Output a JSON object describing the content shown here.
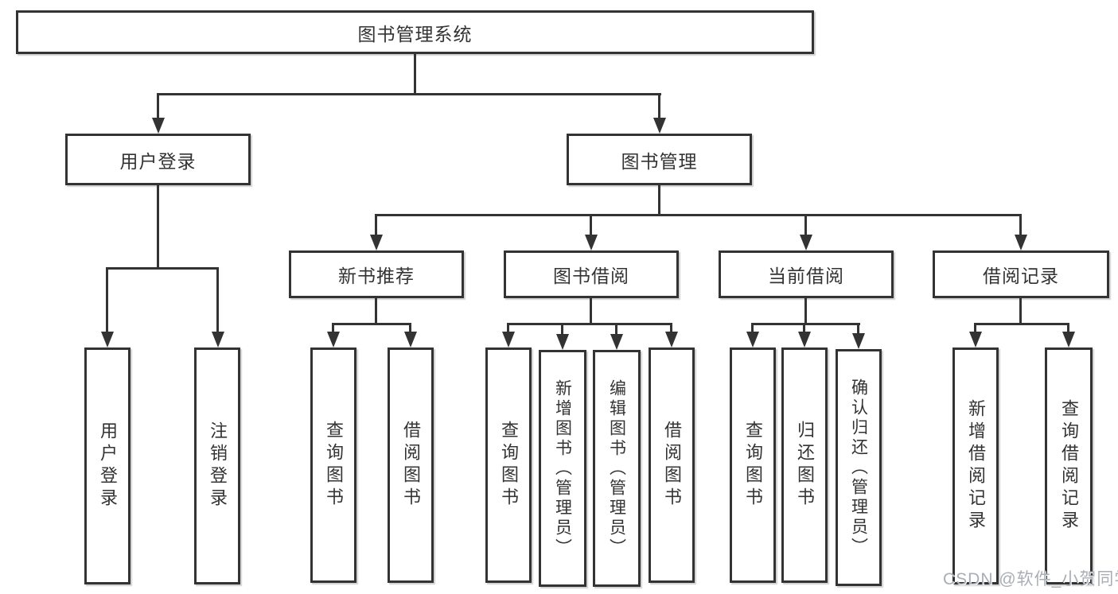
{
  "diagram": {
    "title": "图书管理系统",
    "type": "hierarchy-tree",
    "colors": {
      "line": "#333333",
      "text": "#333333",
      "background": "#ffffff",
      "watermark": "#a9aeb4"
    },
    "watermark": "CSDN @软件_小贺同学"
  },
  "nodes": {
    "root": {
      "label": "图书管理系统"
    },
    "login": {
      "label": "用户登录"
    },
    "mgmt": {
      "label": "图书管理"
    },
    "recommend": {
      "label": "新书推荐"
    },
    "borrow": {
      "label": "图书借阅"
    },
    "current": {
      "label": "当前借阅"
    },
    "records": {
      "label": "借阅记录"
    },
    "login_user": {
      "label": "用户登录"
    },
    "login_logout": {
      "label": "注销登录"
    },
    "rec_query": {
      "label": "查询图书"
    },
    "rec_borrow": {
      "label": "借阅图书"
    },
    "bor_query": {
      "label": "查询图书"
    },
    "bor_add": {
      "label": "新增图书（管理员）"
    },
    "bor_edit": {
      "label": "编辑图书（管理员）"
    },
    "bor_borrow": {
      "label": "借阅图书"
    },
    "cur_query": {
      "label": "查询图书"
    },
    "cur_return": {
      "label": "归还图书"
    },
    "cur_confirm": {
      "label": "确认归还（管理员）"
    },
    "recd_add": {
      "label": "新增借阅记录"
    },
    "recd_query": {
      "label": "查询借阅记录"
    }
  },
  "edges": [
    {
      "from": "图书管理系统",
      "to": "用户登录"
    },
    {
      "from": "图书管理系统",
      "to": "图书管理"
    },
    {
      "from": "用户登录",
      "to": "用户登录"
    },
    {
      "from": "用户登录",
      "to": "注销登录"
    },
    {
      "from": "图书管理",
      "to": "新书推荐"
    },
    {
      "from": "图书管理",
      "to": "图书借阅"
    },
    {
      "from": "图书管理",
      "to": "当前借阅"
    },
    {
      "from": "图书管理",
      "to": "借阅记录"
    },
    {
      "from": "新书推荐",
      "to": "查询图书"
    },
    {
      "from": "新书推荐",
      "to": "借阅图书"
    },
    {
      "from": "图书借阅",
      "to": "查询图书"
    },
    {
      "from": "图书借阅",
      "to": "新增图书（管理员）"
    },
    {
      "from": "图书借阅",
      "to": "编辑图书（管理员）"
    },
    {
      "from": "图书借阅",
      "to": "借阅图书"
    },
    {
      "from": "当前借阅",
      "to": "查询图书"
    },
    {
      "from": "当前借阅",
      "to": "归还图书"
    },
    {
      "from": "当前借阅",
      "to": "确认归还（管理员）"
    },
    {
      "from": "借阅记录",
      "to": "新增借阅记录"
    },
    {
      "from": "借阅记录",
      "to": "查询借阅记录"
    }
  ]
}
